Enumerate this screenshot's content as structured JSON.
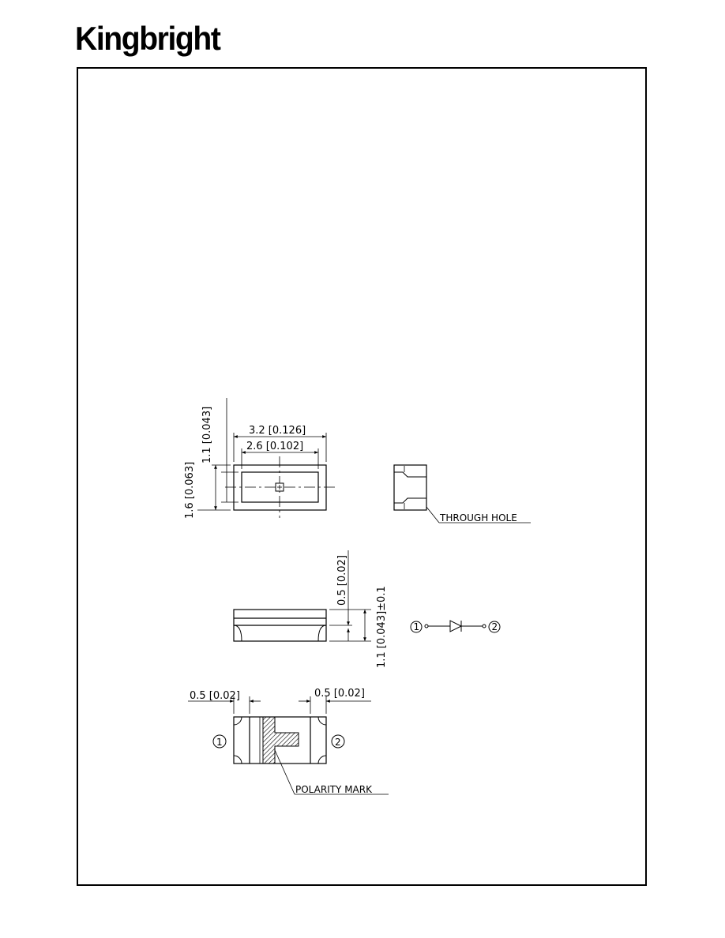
{
  "logo": {
    "text": "Kingbright"
  },
  "top_view": {
    "width_outer": "3.2  [0.126]",
    "width_inner": "2.6  [0.102]",
    "height_outer": "1.6  [0.063]",
    "height_inner": "1.1  [0.043]"
  },
  "side_view": {
    "callout": "THROUGH    HOLE"
  },
  "front_view": {
    "gap": "0.5  [0.02]",
    "height": "1.1  [0.043]±0.1"
  },
  "bottom_view": {
    "left_pad": "0.5  [0.02]",
    "right_pad": "0.5  [0.02]",
    "callout": "POLARITY  MARK",
    "pin1": "1",
    "pin2": "2"
  },
  "schematic": {
    "pin1": "1",
    "pin2": "2"
  }
}
